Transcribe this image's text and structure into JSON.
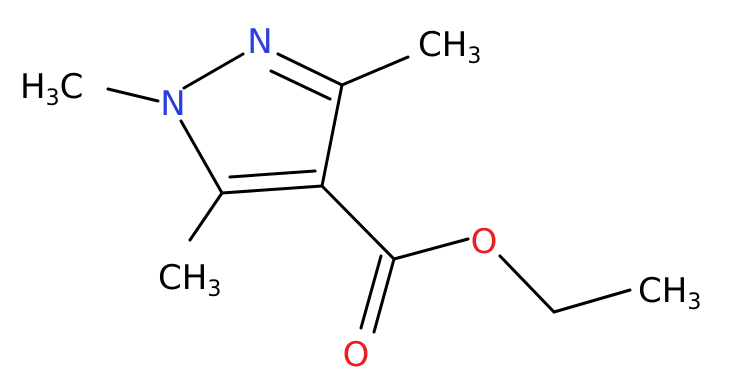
{
  "molecule": {
    "atoms": {
      "n2": {
        "symbol": "N",
        "color": "#2b3fe0"
      },
      "n1": {
        "symbol": "N",
        "color": "#2b3fe0"
      },
      "o_ester": {
        "symbol": "O",
        "color": "#ee1c1c"
      },
      "o_carbonyl": {
        "symbol": "O",
        "color": "#ee1c1c"
      }
    },
    "groups": {
      "methyl_n1": {
        "main": "H",
        "sub": "3",
        "tail": "C"
      },
      "methyl_c3": {
        "main": "CH",
        "sub": "3"
      },
      "methyl_c5": {
        "main": "CH",
        "sub": "3"
      },
      "methyl_ethyl": {
        "main": "CH",
        "sub": "3"
      }
    },
    "bond_color": "#000000"
  }
}
